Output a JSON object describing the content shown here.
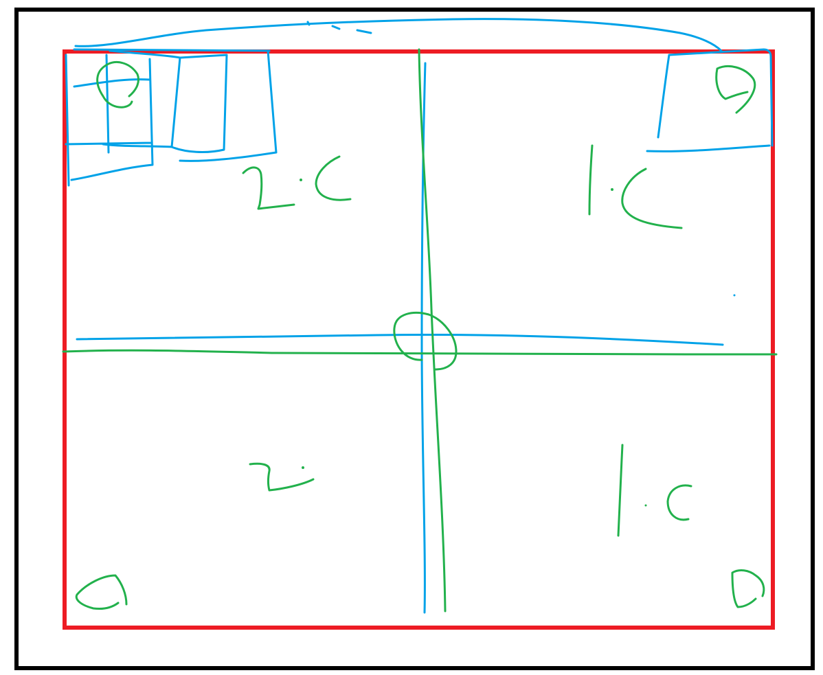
{
  "diagram": {
    "kind": "hand-drawn sketch",
    "colors": {
      "frame": "#000000",
      "boundary": "#ed1c24",
      "blue_pen": "#00a2e8",
      "green_pen": "#22b14c",
      "background": "#ffffff"
    },
    "quadrant_labels": {
      "top_left": "2.C",
      "top_right": "1.C",
      "bottom_left": "2.",
      "bottom_right": "1.C"
    }
  }
}
